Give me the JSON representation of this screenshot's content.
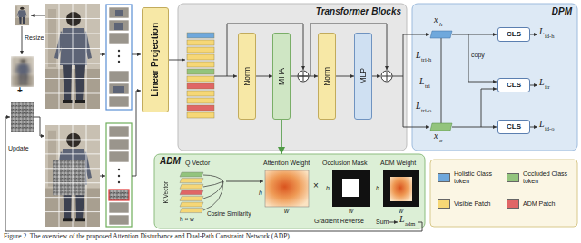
{
  "diagram": {
    "caption": "Figure 2. The overview of the proposed Attention Disturbance and Dual-Path Constraint Network (ADP).",
    "nodes": [
      {
        "text": [
          "Linear Projection"
        ]
      },
      {
        "text": [
          "Transformer Blocks"
        ]
      },
      {
        "text": [
          "Norm"
        ],
        "in": 1
      },
      {
        "text": [
          "MHA"
        ],
        "in": 1
      },
      {
        "text": [
          "Norm"
        ],
        "in": 1
      },
      {
        "text": [
          "MLP"
        ],
        "in": 1
      },
      {
        "text": [
          "DPM"
        ]
      },
      {
        "text": [
          "CLS"
        ],
        "in": 6
      },
      {
        "text": [
          "CLS"
        ],
        "in": 6
      },
      {
        "text": [
          "CLS"
        ],
        "in": 6
      },
      {
        "text": [
          "ADM"
        ]
      }
    ],
    "edges": [
      {
        "from": 2,
        "to": 3,
        "arrow": "to"
      },
      {
        "from": 3,
        "to": 4,
        "arrow": "to"
      },
      {
        "from": 4,
        "to": 5,
        "arrow": "to"
      },
      {
        "from": 3,
        "to": 10,
        "arrow": "to"
      }
    ],
    "labels": [
      "Resize",
      "+",
      "Update",
      "x",
      "h",
      "x",
      "o",
      "L",
      "id-h",
      "L",
      "tri-h",
      "L",
      "tri",
      "copy",
      "L",
      "itr",
      "L",
      "tri-o",
      "L",
      "id-o",
      "Q Vector",
      "h × w",
      "K Vector",
      "Cosine Similarity",
      "Attention Weight",
      "h",
      "w",
      "×",
      "Occlusion Mask",
      "h",
      "w",
      "ADM Weight",
      "h",
      "w",
      "Sum",
      "L",
      "adm",
      "Gradient Reverse"
    ],
    "legend": [
      {
        "text": "Holistic Class token",
        "color": "#6fa8dc"
      },
      {
        "text": "Occluded Class token",
        "color": "#93c47d"
      },
      {
        "text": "Visible Patch",
        "color": "#f6d776"
      },
      {
        "text": "ADM Patch",
        "color": "#e06666"
      }
    ]
  }
}
